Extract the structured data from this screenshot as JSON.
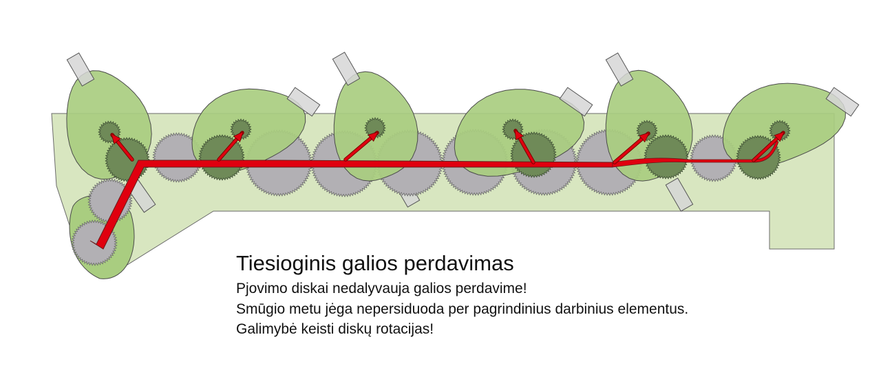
{
  "caption": {
    "title": "Tiesioginis galios perdavimas",
    "lines": [
      "Pjovimo diskai nedalyvauja galios perdavime!",
      "Smūgio metu jėga nepersiduoda per pagrindinius darbinius elementus.",
      "Galimybė keisti diskų rotacijas!"
    ]
  },
  "colors": {
    "frame_fill": "#d8e6c0",
    "disc_fill": "#a9cd80",
    "gear_gray": "#b2b0b4",
    "gear_green": "#6f8a58",
    "pin_fill": "#d6d6d6",
    "power_flow": "#e0000f",
    "outline": "#4a4a4a"
  },
  "diagram": {
    "cutting_discs": 6,
    "drive_gears": 9,
    "flow_branches": 6
  }
}
